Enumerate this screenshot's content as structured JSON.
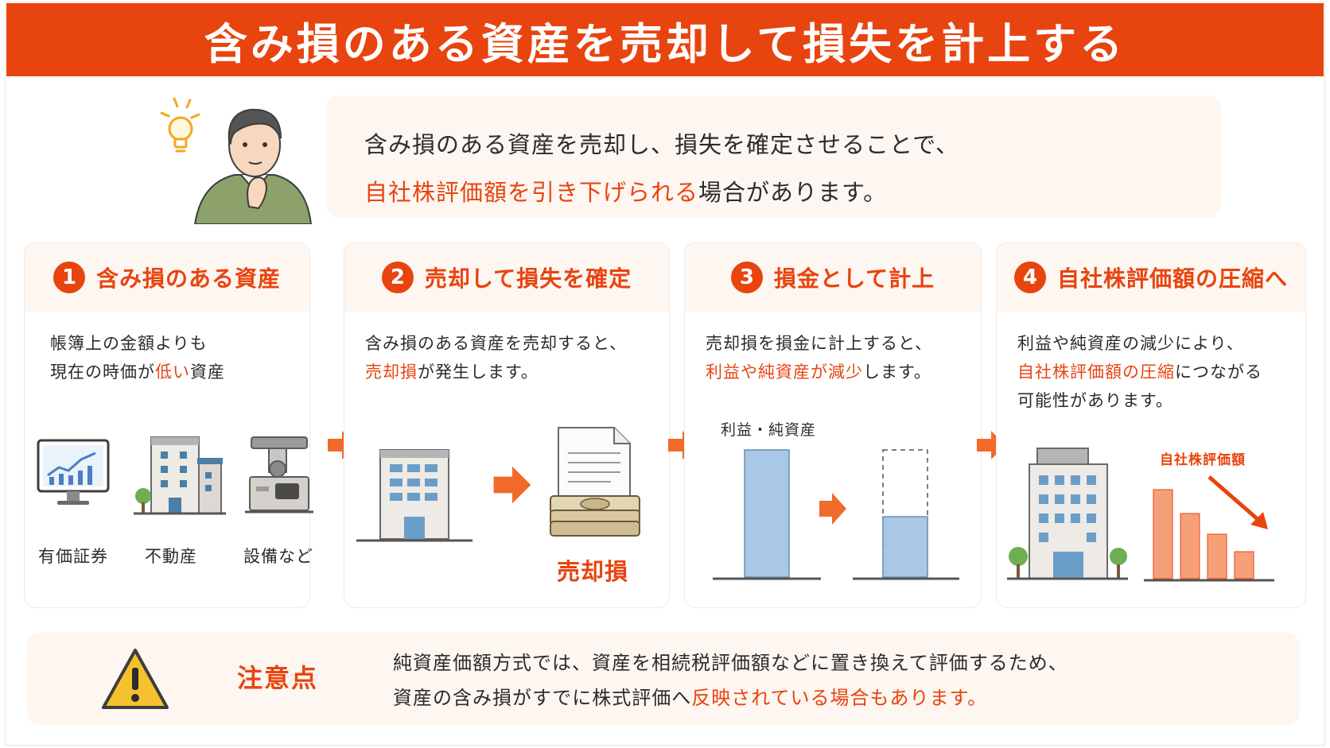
{
  "title": "含み損のある資産を売却して損失を計上する",
  "intro": {
    "line1": "含み損のある資産を売却し、損失を確定させることで、",
    "line2_highlight": "自社株評価額を引き下げられる",
    "line2_rest": "場合があります。"
  },
  "steps": [
    {
      "num": "1",
      "title": "含み損のある資産",
      "desc_line1": "帳簿上の金額よりも",
      "desc_line2_pre": "現在の時価が",
      "desc_line2_hl": "低い",
      "desc_line2_post": "資産",
      "items": [
        "有価証券",
        "不動産",
        "設備など"
      ]
    },
    {
      "num": "2",
      "title": "売却して損失を確定",
      "desc_line1": "含み損のある資産を売却すると、",
      "desc_line2_hl": "売却損",
      "desc_line2_post": "が発生します。",
      "result_label": "売却損"
    },
    {
      "num": "3",
      "title": "損金として計上",
      "desc_line1": "売却損を損金に計上すると、",
      "desc_line2_hl": "利益や純資産が減少",
      "desc_line2_post": "します。",
      "chart_label": "利益・純資産"
    },
    {
      "num": "4",
      "title": "自社株評価額の圧縮へ",
      "desc_line1": "利益や純資産の減少により、",
      "desc_line2_hl": "自社株評価額の圧縮",
      "desc_line2_post": "につながる",
      "desc_line3": "可能性があります。",
      "chart_label": "自社株評価額"
    }
  ],
  "notice": {
    "title": "注意点",
    "line1": "純資産価額方式では、資産を相続税評価額などに置き換えて評価するため、",
    "line2_pre": "資産の含み損がすでに株式評価へ",
    "line2_hl": "反映されている場合もあります。"
  },
  "colors": {
    "accent": "#e8440f",
    "soft_bg": "#fdf6f1",
    "arrow": "#f26a2a",
    "bar_blue": "#a9c7e6",
    "bar_orange": "#f6a07a"
  },
  "icons": [
    "lightbulb-icon",
    "person-thinking-icon",
    "chart-monitor-icon",
    "building-icon",
    "machine-icon",
    "document-icon",
    "money-stack-icon",
    "warning-icon",
    "arrow-right-icon",
    "trend-down-icon"
  ]
}
